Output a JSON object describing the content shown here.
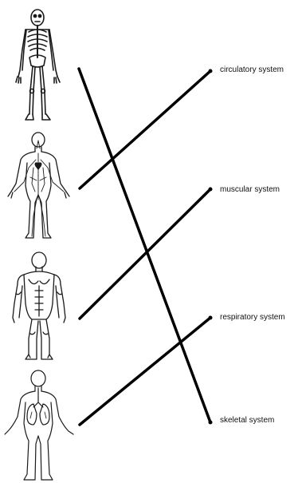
{
  "labels": {
    "circulatory": "circulatory system",
    "muscular": "muscular system",
    "respiratory": "respiratory system",
    "skeletal": "skeletal system"
  },
  "figures": [
    {
      "depicts": "skeleton",
      "connects_to": "skeletal system"
    },
    {
      "depicts": "circulatory",
      "connects_to": "circulatory system"
    },
    {
      "depicts": "muscles",
      "connects_to": "muscular system"
    },
    {
      "depicts": "lungs",
      "connects_to": "respiratory system"
    }
  ],
  "colors": {
    "line": "#000000",
    "figure_stroke": "#1a1a1a",
    "text": "#111111"
  }
}
